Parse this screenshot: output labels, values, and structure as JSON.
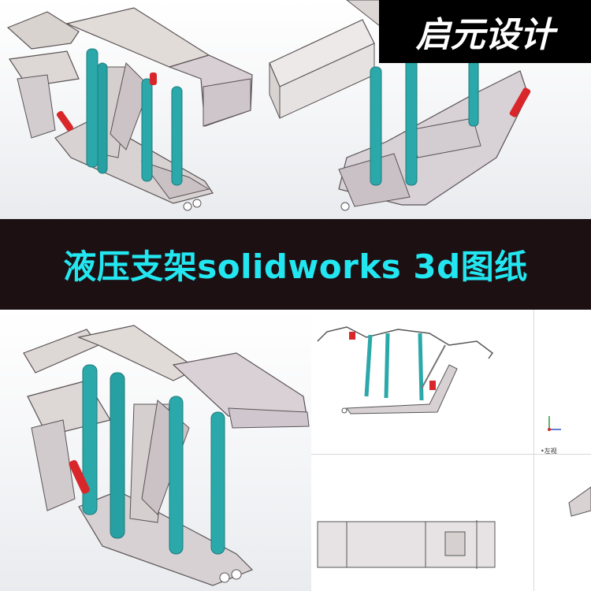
{
  "brand": {
    "text": "启元设计"
  },
  "banner": {
    "title": "液压支架solidworks 3d图纸"
  },
  "views": {
    "left_view_label": "•左视"
  },
  "colors": {
    "banner_bg": "#1c1013",
    "banner_text": "#22e6f0",
    "brand_bg": "#000000",
    "brand_text": "#ffffff",
    "cylinder": "#2aa8aa",
    "frame": "#d9d3d0",
    "frame_edge": "#5a5355",
    "red_cylinder": "#d8262a"
  }
}
